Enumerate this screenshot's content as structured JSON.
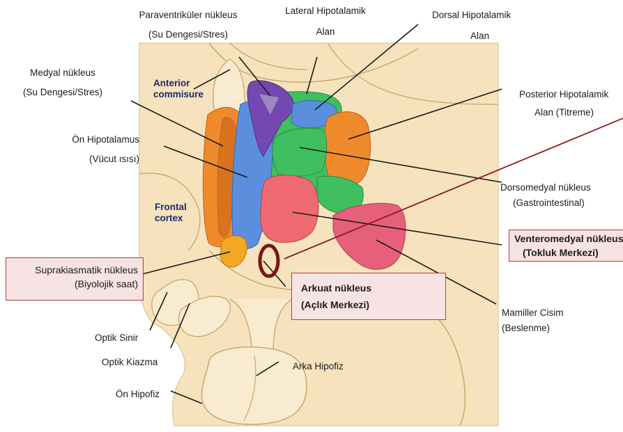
{
  "labels": {
    "paraventricular": {
      "line1": "Paraventriküler nükleus",
      "line2": "(Su Dengesi/Stres)"
    },
    "lateral": {
      "line1": "Lateral Hipotalamik",
      "line2": "Alan"
    },
    "dorsal": {
      "line1": "Dorsal Hipotalamik",
      "line2": "Alan"
    },
    "medial": {
      "line1": "Medyal nükleus",
      "line2": "(Su Dengesi/Stres)"
    },
    "posterior": {
      "line1": "Posterior Hipotalamik",
      "line2": "Alan (Titreme)"
    },
    "anterior_hyp": {
      "line1": "Ön Hipotalamus",
      "line2": "(Vücut ısısı)"
    },
    "dorsomedial": {
      "line1": "Dorsomedyal nükleus",
      "line2": "(Gastrointestinal)"
    },
    "ventromedial": {
      "line1": "Venteromedyal nükleus",
      "line2": "(Tokluk Merkezi)"
    },
    "suprachiasmatic": {
      "line1": "Suprakiasmatik nükleus",
      "line2": "(Biyolojik saat)"
    },
    "arcuate": {
      "line1": "Arkuat nükleus",
      "line2": "(Açlık Merkezi)"
    },
    "mammillary": {
      "line1": "Mamiller Cisim",
      "line2": "(Beslenme)"
    },
    "optic_nerve": "Optik Sinir",
    "optic_chiasm": "Optik Kiazma",
    "posterior_pituitary": "Arka Hipofiz",
    "anterior_pituitary": "Ön Hipofiz",
    "anterior_commissure": {
      "line1": "Anterior",
      "line2": "commisure"
    },
    "frontal_cortex": {
      "line1": "Frontal",
      "line2": "cortex"
    }
  },
  "colors": {
    "tissue": "#f6e3bd",
    "tissue_outline": "#c9a56a",
    "nucleus_blue": "#5b8fde",
    "nucleus_orange": "#ef8a2c",
    "nucleus_green": "#3fbf5f",
    "nucleus_purple": "#7448b0",
    "nucleus_pink": "#ef6a72",
    "highlight_box_border": "#b43a3a",
    "highlight_box_fill": "#f7e3e3",
    "highlight_ring": "#7a1515",
    "pointer_line": "#8b1a1a"
  }
}
